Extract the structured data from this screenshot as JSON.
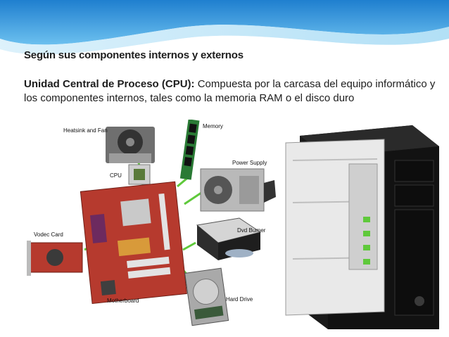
{
  "slide": {
    "title": "Según sus componentes internos y externos",
    "heading": "Unidad Central de Proceso (CPU):",
    "description": " Compuesta por la carcasa del equipo informático y los componentes internos, tales como la memoria RAM o el disco duro"
  },
  "diagram": {
    "labels": {
      "heatsink": "Heatsink and Fan",
      "memory": "Memory",
      "power_supply": "Power Supply",
      "cpu": "CPU",
      "video_card": "Vodec Card",
      "dvd_burner": "Dvd Burner",
      "motherboard": "Motherboard",
      "hard_drive": "Hard Drive"
    },
    "connector_color": "#5fc93b"
  },
  "colors": {
    "banner_light": "#bfe3f7",
    "banner_dark": "#2b8fd6",
    "board_red": "#b63a2e",
    "case_black": "#1a1a1a"
  }
}
